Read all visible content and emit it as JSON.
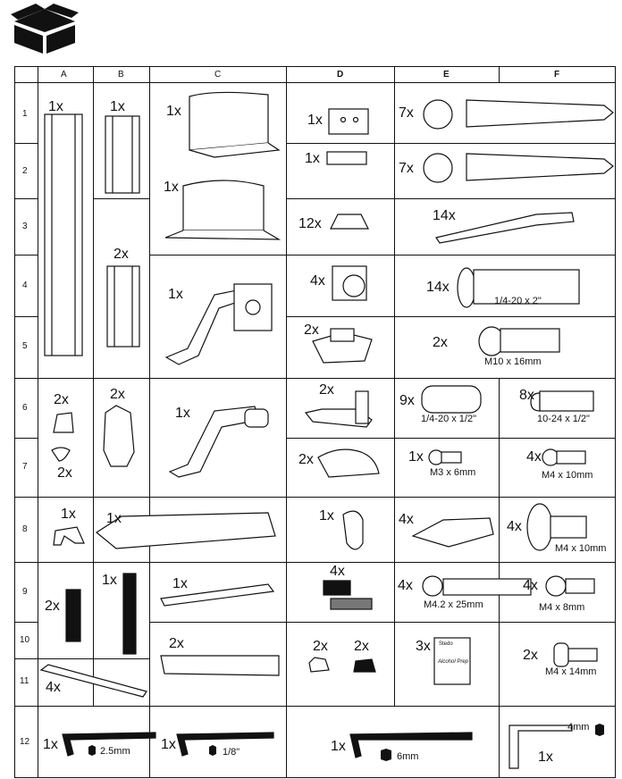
{
  "columns": [
    "A",
    "B",
    "C",
    "D",
    "E",
    "F"
  ],
  "rows": [
    "1",
    "2",
    "3",
    "4",
    "5",
    "6",
    "7",
    "8",
    "9",
    "10",
    "11",
    "12"
  ],
  "cells": {
    "A1": "1x",
    "B1": "1x",
    "C1": "1x",
    "C2": "1x",
    "B3": "2x",
    "C4": "1x",
    "D1": "1x",
    "D2": "1x",
    "D3": "12x",
    "D4": "4x",
    "D5": "2x",
    "E1": "7x",
    "E2": "7x",
    "E3": "14x",
    "E4": "14x",
    "E5": "2x",
    "A6": "2x",
    "A7": "2x",
    "B6": "2x",
    "C6": "1x",
    "D6": "2x",
    "D7": "2x",
    "E6": "9x",
    "F6": "8x",
    "E7": "1x",
    "F7": "4x",
    "A8": "1x",
    "B8": "1x",
    "D8": "1x",
    "E8": "4x",
    "F8": "4x",
    "A9": "2x",
    "B9": "1x",
    "C9": "1x",
    "C10": "2x",
    "D9": "4x",
    "D10a": "2x",
    "D10b": "2x",
    "E10": "3x",
    "E9": "4x",
    "F9": "4x",
    "F10": "2x",
    "A11": "4x",
    "A12": "1x",
    "C12": "1x",
    "D12": "1x",
    "F12": "1x"
  },
  "specs": {
    "E4": "1/4-20 x 2\"",
    "E5": "M10 x 16mm",
    "E6": "1/4-20 x 1/2\"",
    "F6": "10-24 x 1/2\"",
    "E7": "M3 x 6mm",
    "F7": "M4 x 10mm",
    "F8": "M4 x 10mm",
    "E9": "M4.2 x 25mm",
    "F9": "M4 x 8mm",
    "F10": "M4 x 14mm",
    "A12": "2.5mm",
    "C12": "1/8\"",
    "D12": "6mm",
    "F12": "4mm"
  },
  "alcohol_pad": {
    "brand": "Stedo",
    "label": "Alcohol Prep"
  },
  "icons": [
    "box-icon",
    "hex-icon"
  ]
}
